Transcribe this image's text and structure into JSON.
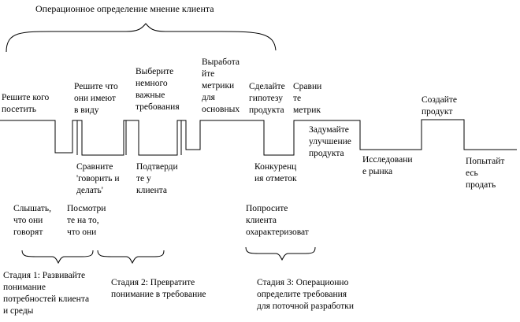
{
  "title": "Операционное определение мнение клиента",
  "steps": {
    "visit": "Решите кого\nпосетить",
    "what_they_mean": "Решите что\nони имеют\nв виду",
    "choose_requirements": "Выберите\nнемного\nважные\nтребования",
    "develop_metrics": "Выработа\nйте\nметрики\nдля\nосновных",
    "hypothesis": "Сделайте\nгипотезу\nпродукта",
    "compare_metrics": "Сравни\nте\nметрик",
    "create_product": "Создайте\nпродукт",
    "compare_say_do": "Сравните\n'говорить и\nделать'",
    "confirm": "Подтверди\nте у\nклиента",
    "improve": "Задумайте\nулучшение\nпродукта",
    "competitors": "Конкуренц\nия отметок",
    "market_research": "Исследовани\nе рынка",
    "try_sell": "Попытайт\nесь\nпродать",
    "listen": "Слышать,\nчто они\nговорят",
    "watch": "Посмотри\nте на то,\nчто они",
    "ask_client": "Попросите\nклиента\nохарактеризоват"
  },
  "stages": {
    "stage1": "Стадия 1: Развивайте\nпонимание\nпотребностей клиента\nи среды",
    "stage2": "Стадия 2: Превратите\nпонимание в требование",
    "stage3": "Стадия 3: Операционно\nопределите требования\nдля поточной разработки"
  }
}
